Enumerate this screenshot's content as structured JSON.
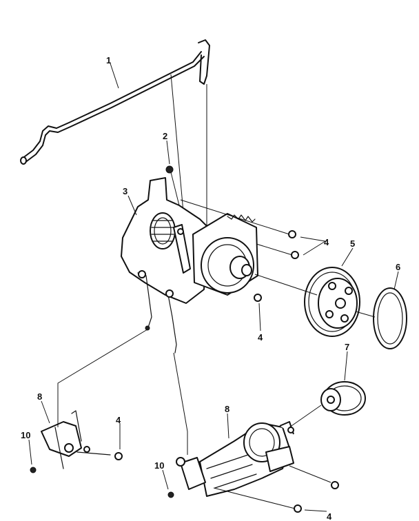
{
  "callouts": [
    {
      "id": "1",
      "label": "1"
    },
    {
      "id": "2",
      "label": "2"
    },
    {
      "id": "3",
      "label": "3"
    },
    {
      "id": "4a",
      "label": "4"
    },
    {
      "id": "4b",
      "label": "4"
    },
    {
      "id": "4c",
      "label": "4"
    },
    {
      "id": "4d",
      "label": "4"
    },
    {
      "id": "5",
      "label": "5"
    },
    {
      "id": "6",
      "label": "6"
    },
    {
      "id": "7",
      "label": "7"
    },
    {
      "id": "8a",
      "label": "8"
    },
    {
      "id": "8b",
      "label": "8"
    },
    {
      "id": "10a",
      "label": "10"
    },
    {
      "id": "10b",
      "label": "10"
    }
  ]
}
